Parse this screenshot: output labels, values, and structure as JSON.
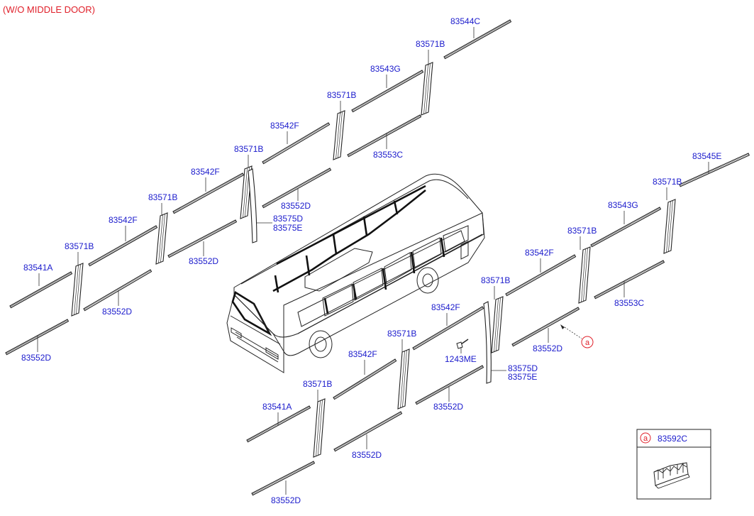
{
  "title": "(W/O MIDDLE DOOR)",
  "labels": {
    "l0": "83544C",
    "l1": "83571B",
    "l2": "83543G",
    "l3": "83571B",
    "l4": "83553C",
    "l5": "83542F",
    "l6": "83571B",
    "l7": "83542F",
    "l8": "83552D",
    "l9": "83575D",
    "l10": "83575E",
    "l11": "83571B",
    "l12": "83542F",
    "l13": "83552D",
    "l14": "83571B",
    "l15": "83541A",
    "l16": "83552D",
    "l17": "83552D",
    "l18": "83545E",
    "l19": "83571B",
    "l20": "83543G",
    "l21": "83571B",
    "l22": "83542F",
    "l23": "83553C",
    "l24": "83571B",
    "l25": "83542F",
    "l26": "83552D",
    "l27": "83571B",
    "l28": "1243ME",
    "l29": "83542F",
    "l30": "83575D",
    "l31": "83575E",
    "l32": "83571B",
    "l33": "83552D",
    "l34": "83541A",
    "l35": "83552D",
    "l36": "83552D"
  },
  "ref_marker": "a",
  "legend": {
    "marker": "a",
    "part_no": "83592C"
  },
  "colors": {
    "label": "#1a1acc",
    "title": "#e0202a",
    "lines": "#222222"
  },
  "icons": [
    "bus-illustration",
    "moulding-strip-shape",
    "pillar-moulding-shape",
    "screw-icon",
    "clip-icon"
  ]
}
